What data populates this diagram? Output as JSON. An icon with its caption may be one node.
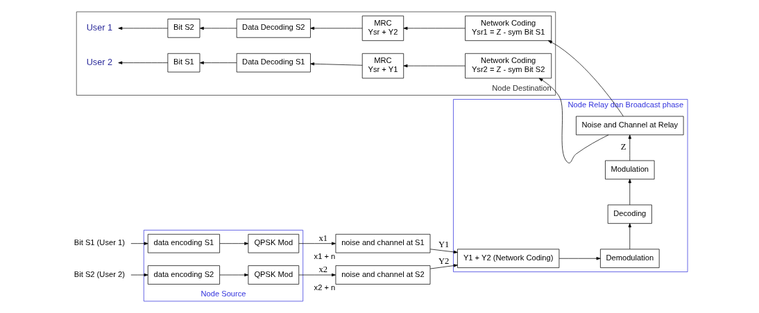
{
  "diagram": {
    "nodes": [
      {
        "text": [
          "Node Source"
        ]
      },
      {
        "text": [
          "data encoding S1"
        ],
        "in": 0
      },
      {
        "text": [
          "QPSK Mod"
        ],
        "in": 0
      },
      {
        "text": [
          "data encoding S2"
        ],
        "in": 0
      },
      {
        "text": [
          "QPSK Mod"
        ],
        "in": 0
      },
      {
        "text": [
          "noise and channel at S1"
        ],
        "beside": [
          "x1 + n"
        ]
      },
      {
        "text": [
          "noise and channel at S2"
        ],
        "beside": [
          "x2 + n"
        ]
      },
      {
        "text": [
          "Node Relay dan Broadcast phase"
        ]
      },
      {
        "text": [
          "Y1 + Y2 (Network Coding)"
        ],
        "in": 7
      },
      {
        "text": [
          "Demodulation"
        ],
        "in": 7
      },
      {
        "text": [
          "Decoding"
        ],
        "in": 7
      },
      {
        "text": [
          "Modulation"
        ],
        "in": 7
      },
      {
        "text": [
          "Noise and Channel at Relay"
        ],
        "in": 7
      },
      {
        "text": [
          "Node Destination"
        ]
      },
      {
        "text": [
          "Network Coding",
          "Ysr1 = Z - sym Bit S1"
        ],
        "in": 13
      },
      {
        "text": [
          "MRC",
          "Ysr + Y2"
        ],
        "in": 13
      },
      {
        "text": [
          "Data Decoding S2"
        ],
        "in": 13
      },
      {
        "text": [
          "Bit S2"
        ],
        "in": 13
      },
      {
        "text": [
          "User 1"
        ],
        "in": 13
      },
      {
        "text": [
          "Network Coding",
          "Ysr2 = Z - sym Bit S2"
        ],
        "in": 13
      },
      {
        "text": [
          "MRC",
          "Ysr + Y1"
        ],
        "in": 13
      },
      {
        "text": [
          "Data Decoding S1"
        ],
        "in": 13
      },
      {
        "text": [
          "Bit S1"
        ],
        "in": 13
      },
      {
        "text": [
          "User 2"
        ],
        "in": 13
      },
      {
        "text": [
          "Bit S1 (User 1)"
        ]
      },
      {
        "text": [
          "Bit S2 (User 2)"
        ]
      }
    ],
    "edges": [
      {
        "from": 24,
        "to": 1,
        "arrow": "to"
      },
      {
        "from": 1,
        "to": 2,
        "arrow": "to"
      },
      {
        "from": 2,
        "to": 5,
        "arrow": "to",
        "label": "x1"
      },
      {
        "from": 25,
        "to": 3,
        "arrow": "to"
      },
      {
        "from": 3,
        "to": 4,
        "arrow": "to"
      },
      {
        "from": 4,
        "to": 6,
        "arrow": "to",
        "label": "x2"
      },
      {
        "from": 5,
        "to": 8,
        "arrow": "to",
        "label": "Y1"
      },
      {
        "from": 6,
        "to": 8,
        "arrow": "to",
        "label": "Y2"
      },
      {
        "from": 8,
        "to": 9,
        "arrow": "to"
      },
      {
        "from": 9,
        "to": 10,
        "arrow": "to"
      },
      {
        "from": 10,
        "to": 11,
        "arrow": "to"
      },
      {
        "from": 11,
        "to": 12,
        "arrow": "to",
        "label": "Z"
      },
      {
        "from": 12,
        "to": 14,
        "arrow": "to"
      },
      {
        "from": 12,
        "to": 19,
        "arrow": "to"
      },
      {
        "from": 14,
        "to": 15,
        "arrow": "to"
      },
      {
        "from": 15,
        "to": 16,
        "arrow": "to"
      },
      {
        "from": 16,
        "to": 17,
        "arrow": "to"
      },
      {
        "from": 17,
        "to": 18,
        "arrow": "to"
      },
      {
        "from": 19,
        "to": 20,
        "arrow": "to"
      },
      {
        "from": 20,
        "to": 21,
        "arrow": "to"
      },
      {
        "from": 21,
        "to": 22,
        "arrow": "to"
      },
      {
        "from": 22,
        "to": 23,
        "arrow": "to"
      }
    ]
  }
}
